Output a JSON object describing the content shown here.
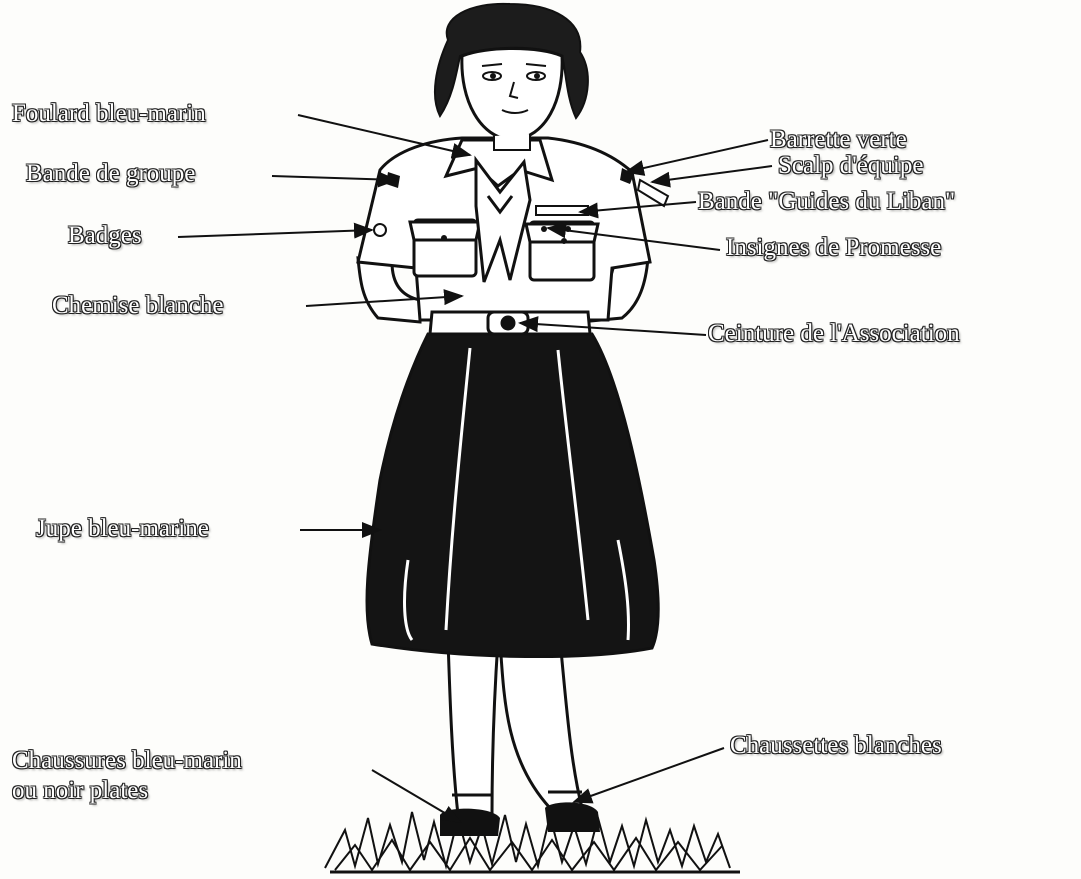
{
  "labels": {
    "foulard": "Foulard bleu-marin",
    "bande_groupe": "Bande de groupe",
    "badges": "Badges",
    "chemise": "Chemise blanche",
    "jupe": "Jupe bleu-marine",
    "chaussures_line1": "Chaussures bleu-marin",
    "chaussures_line2": "ou noir plates",
    "barrette": "Barrette verte",
    "scalp": "Scalp d'équipe",
    "bande_guides": "Bande \"Guides du Liban\"",
    "insignes": "Insignes de Promesse",
    "ceinture": "Ceinture de l'Association",
    "chaussettes": "Chaussettes blanches"
  },
  "colors": {
    "ink": "#1a1a1a",
    "skirt": "#141414",
    "paper": "#fdfdfb"
  }
}
